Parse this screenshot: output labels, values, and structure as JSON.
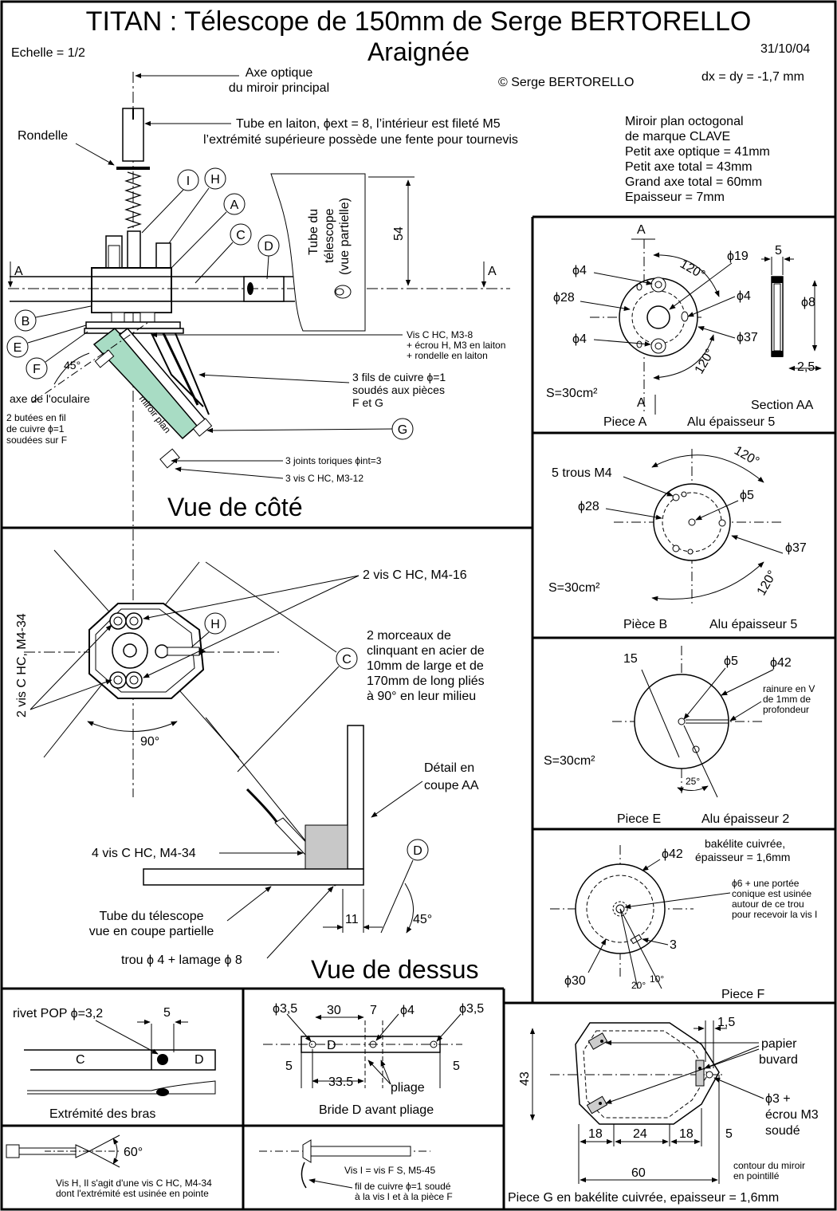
{
  "header": {
    "title": "TITAN : Télescope de 150mm de Serge BERTORELLO",
    "subtitle": "Araignée",
    "scale": "Echelle = 1/2",
    "date": "31/10/04",
    "copyright": "© Serge BERTORELLO",
    "offset": "dx = dy = -1,7 mm"
  },
  "mirror_spec": [
    "Miroir plan octogonal",
    "de marque CLAVE",
    "Petit axe optique = 41mm",
    "Petit axe total = 43mm",
    "Grand axe total = 60mm",
    "Epaisseur = 7mm"
  ],
  "side_view": {
    "title": "Vue de côté",
    "axe_optique": [
      "Axe optique",
      "du miroir principal"
    ],
    "rondelle": "Rondelle",
    "tube_laiton": [
      "Tube en laiton, ϕext = 8, l’intérieur est fileté M5",
      "l’extrémité supérieure possède  une fente pour tournevis"
    ],
    "tube_du": [
      "Tube du",
      "télescope",
      "(vue partielle)"
    ],
    "dim_54": "54",
    "section_a": "A",
    "labels": {
      "I": "I",
      "H": "H",
      "A": "A",
      "C": "C",
      "D": "D",
      "B": "B",
      "E": "E",
      "F": "F",
      "G": "G"
    },
    "angle_45": "45°",
    "axe_oculaire": "axe de l'oculaire",
    "butees": [
      "2 butées en fil",
      "de cuivre ϕ=1",
      "soudées sur F"
    ],
    "miroir_plan": "miroir plan",
    "vis_c_hc": [
      "Vis C HC, M3-8",
      "+ écrou H, M3 en laiton",
      "+ rondelle en laiton"
    ],
    "fils": [
      "3 fils de cuivre ϕ=1",
      "soudés aux pièces",
      "F et G"
    ],
    "joints": "3 joints toriques ϕint=3",
    "vis_m3_12": "3 vis C HC, M3-12"
  },
  "top_view": {
    "title": "Vue de dessus",
    "vis_m4_16": "2 vis C HC, M4-16",
    "vis_m4_34_vert": "2 vis C HC, M4-34",
    "label_h": "H",
    "label_c": "C",
    "label_d": "D",
    "morceaux": [
      "2 morceaux de",
      "clinquant en acier de",
      "10mm de large et de",
      "170mm de long pliés",
      "à 90° en leur milieu"
    ],
    "angle_90": "90°",
    "detail": [
      "Détail en",
      "coupe AA"
    ],
    "vis_4": "4 vis C HC, M4-34",
    "tube_coupe": [
      "Tube du télescope",
      "vue en coupe partielle"
    ],
    "dim_11": "11",
    "angle_45": "45°",
    "trou": "trou ϕ 4 + lamage ϕ 8"
  },
  "piece_a": {
    "phi4_top": "ϕ4",
    "phi28": "ϕ28",
    "phi4_bottom": "ϕ4",
    "phi19": "ϕ19",
    "phi4_right": "ϕ4",
    "phi37": "ϕ37",
    "angle_top": "120°",
    "angle_bottom": "120°",
    "sec_a_top": "A",
    "sec_a_bottom": "A",
    "area": "S=30cm²",
    "name": "Piece A",
    "material": "Alu épaisseur 5",
    "section": "Section AA",
    "dim_5": "5",
    "phi8": "ϕ8",
    "dim_25": "2,5"
  },
  "piece_b": {
    "trous": "5 trous M4",
    "phi28": "ϕ28",
    "phi5": "ϕ5",
    "phi37": "ϕ37",
    "angle_top": "120°",
    "angle_bottom": "120°",
    "area": "S=30cm²",
    "name": "Pièce B",
    "material": "Alu épaisseur 5"
  },
  "piece_e": {
    "dim_15": "15",
    "phi5": "ϕ5",
    "phi42": "ϕ42",
    "rainure": [
      "rainure en V",
      "de 1mm de",
      "profondeur"
    ],
    "area": "S=30cm²",
    "angle_25": "25°",
    "name": "Piece E",
    "material": "Alu épaisseur 2"
  },
  "piece_f": {
    "phi42": "ϕ42",
    "bakelite": [
      "bakélite cuivrée,",
      "épaisseur = 1,6mm"
    ],
    "note": [
      "ϕ6 + une portée",
      "conique est usinée",
      "autour de ce trou",
      "pour recevoir la vis I"
    ],
    "dim_3": "3",
    "phi30": "ϕ30",
    "angle_20": "20°",
    "angle_10": "10°",
    "name": "Piece F"
  },
  "extremite": {
    "rivet": "rivet POP ϕ=3,2",
    "dim_5": "5",
    "label_c": "C",
    "label_d": "D",
    "title": "Extrémité des bras"
  },
  "bride": {
    "phi35_left": "ϕ3,5",
    "dim_30": "30",
    "dim_7": "7",
    "phi4": "ϕ4",
    "phi35_right": "ϕ3,5",
    "label_d": "D",
    "dim_5_left": "5",
    "dim_335": "33.5",
    "dim_5_right": "5",
    "pliage": "pliage",
    "title": "Bride D avant pliage"
  },
  "piece_g": {
    "dim_15": "1,5",
    "papier": [
      "papier",
      "buvard"
    ],
    "phi3": [
      "ϕ3 +",
      "écrou M3",
      "soudé"
    ],
    "dim_43": "43",
    "dim_18a": "18",
    "dim_24": "24",
    "dim_18b": "18",
    "dim_5": "5",
    "dim_60": "60",
    "contour": [
      "contour du miroir",
      "en pointillé"
    ],
    "title": "Piece G en bakélite cuivrée, epaisseur = 1,6mm"
  },
  "vis_h": {
    "angle": "60°",
    "note": [
      "Vis H, Il s'agit d'une vis C HC, M4-34",
      "dont l'extrémité est usinée en pointe"
    ]
  },
  "vis_i": {
    "label": "Vis I = vis F S, M5-45",
    "note": [
      "fil de cuivre ϕ=1 soudé",
      "à la vis I et à la pièce F"
    ]
  }
}
